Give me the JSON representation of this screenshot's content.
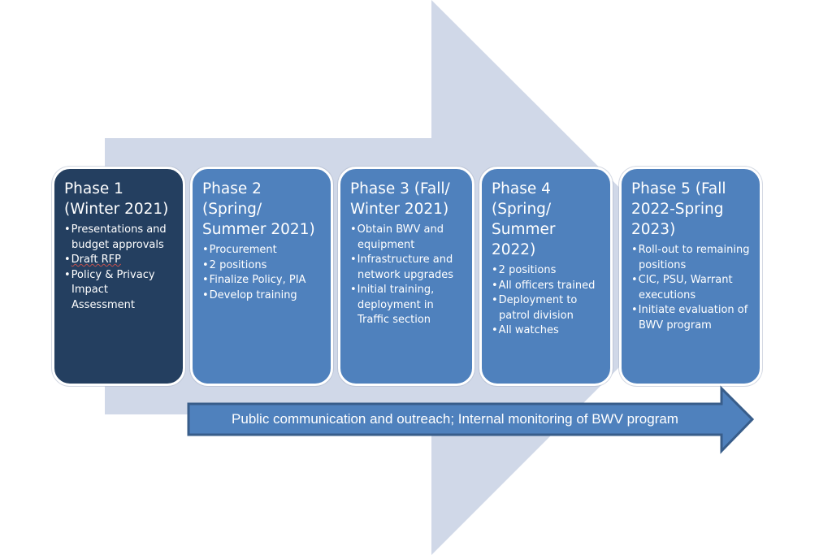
{
  "colors": {
    "background_arrow": "#d0d8e8",
    "phase_dark": "#243f60",
    "phase_mid": "#4f81bd",
    "bottom_arrow_fill": "#4f81bd",
    "bottom_arrow_border": "#385d8a",
    "text": "#ffffff"
  },
  "phases": [
    {
      "title_line1": "Phase 1",
      "title_line2": "(Winter 2021)",
      "title_line3": "",
      "items": [
        "Presentations and budget approvals",
        "Draft RFP",
        "Policy & Privacy Impact Assessment"
      ]
    },
    {
      "title_line1": "Phase 2",
      "title_line2": "(Spring/",
      "title_line3": "Summer 2021)",
      "items": [
        "Procurement",
        "2 positions",
        "Finalize  Policy, PIA",
        "Develop training"
      ]
    },
    {
      "title_line1": "Phase 3 (Fall/",
      "title_line2": "Winter 2021)",
      "title_line3": "",
      "items": [
        "Obtain BWV and equipment",
        "Infrastructure and network upgrades",
        "Initial training, deployment in Traffic section"
      ]
    },
    {
      "title_line1": "Phase 4",
      "title_line2": "(Spring/",
      "title_line3": "Summer 2022)",
      "items": [
        "2 positions",
        "All officers trained",
        "Deployment to patrol division",
        "All watches"
      ]
    },
    {
      "title_line1": "Phase 5 (Fall",
      "title_line2": "2022-Spring",
      "title_line3": "2023)",
      "items": [
        "Roll-out to remaining positions",
        "CIC, PSU, Warrant executions",
        "Initiate evaluation of BWV program"
      ]
    }
  ],
  "bottom_arrow": {
    "label": "Public communication and outreach; Internal monitoring of BWV program"
  }
}
